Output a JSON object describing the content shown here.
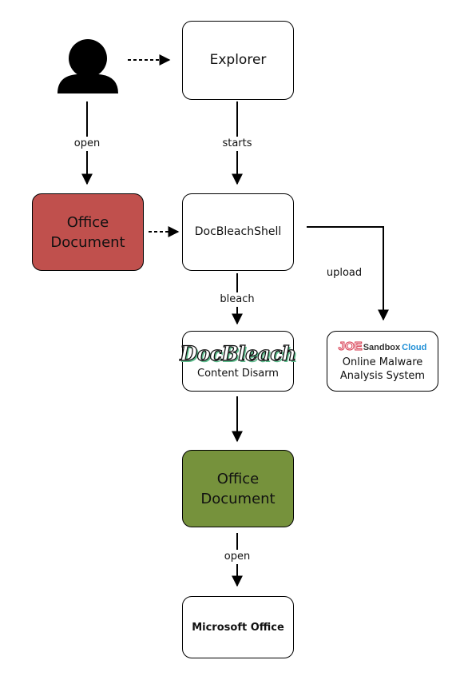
{
  "nodes": {
    "explorer": "Explorer",
    "office_input": [
      "Office",
      "Document"
    ],
    "docbleachshell": "DocBleachShell",
    "docbleach": {
      "logo": "DocBleach",
      "caption": "Content Disarm"
    },
    "joesandbox": {
      "logo_joe": "JOE",
      "logo_sandbox": "Sandbox",
      "logo_cloud": "Cloud",
      "caption": [
        "Online Malware",
        "Analysis System"
      ]
    },
    "office_output": [
      "Office",
      "Document"
    ],
    "msoffice": "Microsoft Office"
  },
  "edges": {
    "open_1": "open",
    "starts": "starts",
    "upload": "upload",
    "bleach": "bleach",
    "open_2": "open"
  },
  "icons": {
    "user": "user-icon"
  },
  "colors": {
    "office_input": "#c0504d",
    "office_output": "#76923c",
    "cloud_blue": "#1f8fd6",
    "joe_red": "#d6344a"
  }
}
